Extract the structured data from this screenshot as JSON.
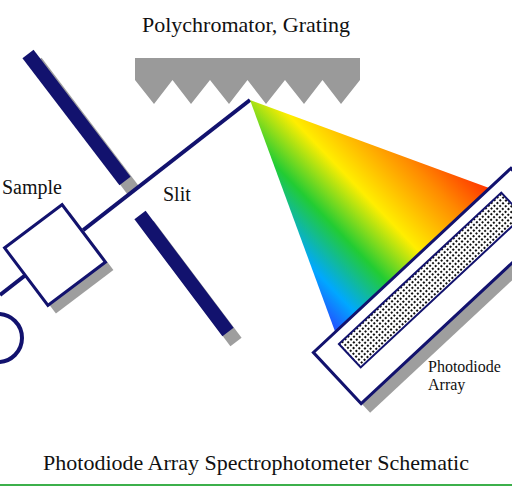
{
  "diagram": {
    "caption": "Photodiode Array Spectrophotometer Schematic",
    "labels": [
      "Polychromator, Grating",
      "Sample",
      "Slit",
      "Photodiode Array"
    ]
  }
}
